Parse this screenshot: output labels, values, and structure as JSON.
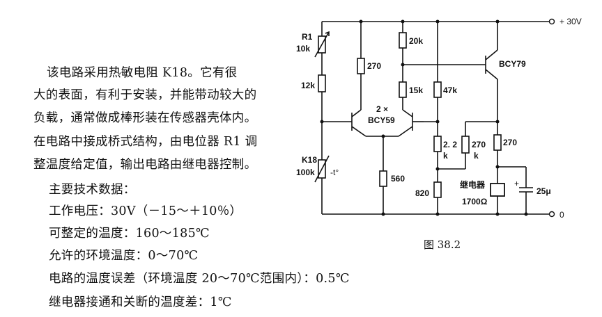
{
  "description": {
    "lines": [
      "该电路采用热敏电阻 K18。它有很",
      "大的表面，有利于安装，并能带动较大的",
      "负载，通常做成棒形装在传感器壳体内。",
      "在电路中接成桥式结构，由电位器 R1 调",
      "整温度给定值，输出电路由继电器控制。"
    ]
  },
  "specs": {
    "title": "主要技术数据：",
    "items": [
      "工作电压：30V（－15～＋10％）",
      "可整定的温度：160～185℃",
      "允许的环境温度：0～70℃",
      "电路的温度误差（环境温度 20～70℃范围内）：0.5℃",
      "继电器接通和关断的温度差：1℃"
    ]
  },
  "figure": {
    "caption": "图 38.2",
    "supply_label": "+ 30V",
    "ground_label": "0",
    "components": {
      "r1_name": "R1",
      "r1_value": "10k",
      "r_12k": "12k",
      "k18_name": "K18",
      "k18_value": "100k",
      "k18_symbol": "-t°",
      "r_270_left": "270",
      "r_20k": "20k",
      "r_15k": "15k",
      "r_47k": "47k",
      "transistor_pair_count": "2 ×",
      "transistor_pair": "BCY59",
      "transistor_out": "BCY79",
      "r_560": "560",
      "r_2_2k_a": "2. 2",
      "r_2_2k_b": "k",
      "r_270k_a": "270",
      "r_270k_b": "k",
      "r_820": "820",
      "r_270_right": "270",
      "relay_name": "继电器",
      "relay_value": "1700Ω",
      "cap_value": "25μ",
      "cap_plus": "+"
    }
  }
}
